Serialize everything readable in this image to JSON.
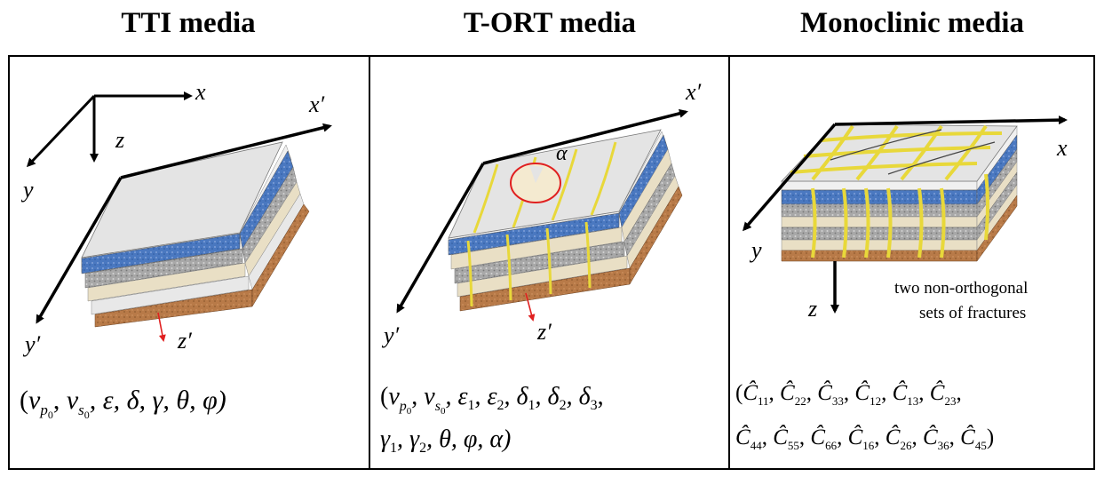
{
  "headers": {
    "tti": "TTI media",
    "tort": "T-ORT media",
    "mono": "Monoclinic media"
  },
  "axes": {
    "x": "x",
    "y": "y",
    "z": "z",
    "x_prime": "x′",
    "y_prime": "y′",
    "z_prime": "z′",
    "alpha": "α"
  },
  "fracture_note": {
    "line1": "two non-orthogonal",
    "line2": "sets of fractures"
  },
  "params": {
    "tti": "(v_{p0}, v_{s0}, ε, δ, γ, θ, φ)",
    "tort": "(v_{p0}, v_{s0}, ε1, ε2, δ1, δ2, δ3, γ1, γ2, θ, φ, α)",
    "mono": "(Ĉ11, Ĉ22, Ĉ33, Ĉ12, Ĉ13, Ĉ23, Ĉ44, Ĉ55, Ĉ66, Ĉ16, Ĉ26, Ĉ36, Ĉ45)"
  },
  "tti_params": {
    "open": "(",
    "vp": "v",
    "vp_sub": "p",
    "vp_subsub": "0",
    "vs": "v",
    "vs_sub": "s",
    "vs_subsub": "0",
    "rest": ",  ε,  δ,  γ,  θ,  φ)"
  },
  "tort_params": {
    "open": "(",
    "vp": "v",
    "vp_sub": "p",
    "vp_subsub": "0",
    "vs": "v",
    "vs_sub": "s",
    "vs_subsub": "0",
    "line1_rest": ",  ε",
    "eps1": "1",
    "eps2_pre": ",  ε",
    "eps2": "2",
    "d1_pre": ",  δ",
    "d1": "1",
    "d2_pre": ",  δ",
    "d2": "2",
    "d3_pre": ",  δ",
    "d3": "3",
    "d3_post": ",",
    "g1_pre": "γ",
    "g1": "1",
    "g2_pre": ",  γ",
    "g2": "2",
    "line2_rest": ",  θ,  φ,  α)"
  },
  "mono_params": {
    "row1": [
      {
        "sym": "Ĉ",
        "sub": "11"
      },
      {
        "sym": "Ĉ",
        "sub": "22"
      },
      {
        "sym": "Ĉ",
        "sub": "33"
      },
      {
        "sym": "Ĉ",
        "sub": "12"
      },
      {
        "sym": "Ĉ",
        "sub": "13"
      },
      {
        "sym": "Ĉ",
        "sub": "23"
      }
    ],
    "row2": [
      {
        "sym": "Ĉ",
        "sub": "44"
      },
      {
        "sym": "Ĉ",
        "sub": "55"
      },
      {
        "sym": "Ĉ",
        "sub": "66"
      },
      {
        "sym": "Ĉ",
        "sub": "16"
      },
      {
        "sym": "Ĉ",
        "sub": "26"
      },
      {
        "sym": "Ĉ",
        "sub": "36"
      },
      {
        "sym": "Ĉ",
        "sub": "45"
      }
    ]
  },
  "colors": {
    "top_face": "#e4e4e4",
    "blue_layer": "#4a78c0",
    "gray_layer": "#a8a8a8",
    "beige_layer": "#e9dfc5",
    "white_layer": "#f0f0f0",
    "brown_layer": "#b87a48",
    "fracture": "#e8d83a",
    "red_arrow": "#e02020"
  }
}
